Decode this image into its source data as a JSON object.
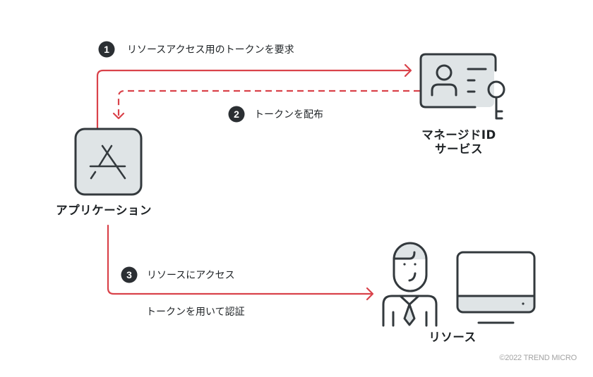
{
  "steps": [
    {
      "number": "1",
      "label": "リソースアクセス用のトークンを要求"
    },
    {
      "number": "2",
      "label": "トークンを配布"
    },
    {
      "number": "3",
      "label": "リソースにアクセス",
      "sublabel": "トークンを用いて認証"
    }
  ],
  "nodes": {
    "application": {
      "label": "アプリケーション",
      "icon": "app-store-icon"
    },
    "managed_id": {
      "label_line1": "マネージドID",
      "label_line2": "サービス",
      "icon": "id-card-key-icon"
    },
    "resource": {
      "label": "リソース",
      "icons": [
        "person-icon",
        "monitor-icon"
      ]
    }
  },
  "copyright": "©2022 TREND MICRO",
  "colors": {
    "accent": "#d9424a",
    "icon_stroke": "#33393d",
    "icon_fill": "#dfe4e6",
    "badge": "#2b2f33",
    "copyright": "#a3a3a3"
  }
}
